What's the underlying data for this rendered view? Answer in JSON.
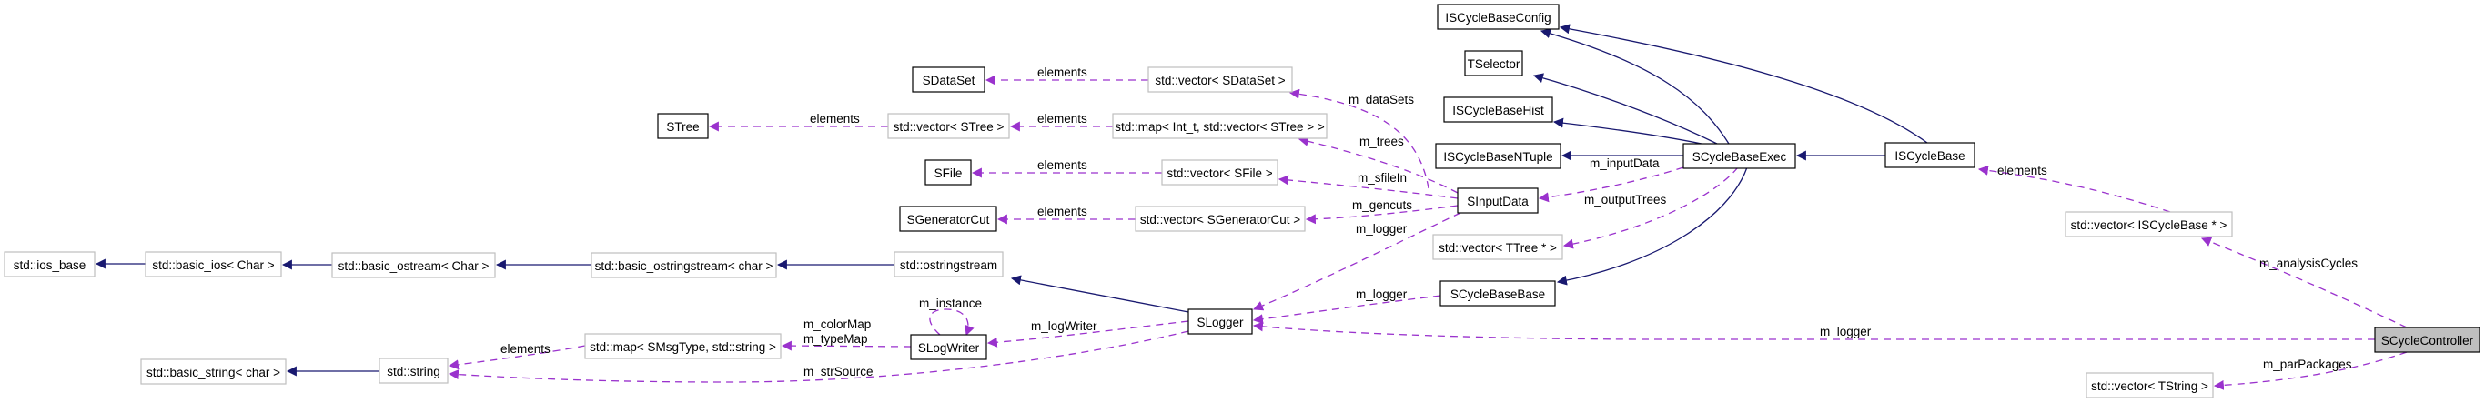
{
  "title": "SCycleController collaboration graph",
  "colors": {
    "inheritance_edge": "#191970",
    "usage_edge": "#9a32cd",
    "external_node_border": "#bfbfbf",
    "project_node_border": "#000000",
    "focus_node_fill": "#bfbfbf"
  },
  "nodes": {
    "ios_base": "std::ios_base",
    "basic_ios": "std::basic_ios< Char >",
    "basic_ostream": "std::basic_ostream< Char >",
    "basic_ostringstream": "std::basic_ostringstream< char >",
    "ostringstream": "std::ostringstream",
    "basic_string": "std::basic_string< char >",
    "string": "std::string",
    "map_msgtype": "std::map< SMsgType, std::string >",
    "slogwriter": "SLogWriter",
    "slogger": "SLogger",
    "stree": "STree",
    "vector_stree": "std::vector< STree >",
    "map_int_stree": "std::map< Int_t, std::vector< STree > >",
    "sdataset": "SDataSet",
    "vector_sdataset": "std::vector< SDataSet >",
    "sfile": "SFile",
    "vector_sfile": "std::vector< SFile >",
    "sgeneratorcut": "SGeneratorCut",
    "vector_sgeneratorcut": "std::vector< SGeneratorCut >",
    "sinputdata": "SInputData",
    "vector_ttree": "std::vector< TTree * >",
    "scyclebasebase": "SCycleBaseBase",
    "iscyclebaseconfig": "ISCycleBaseConfig",
    "tselector": "TSelector",
    "iscyclebasehist": "ISCycleBaseHist",
    "iscyclebasentuple": "ISCycleBaseNTuple",
    "scyclebaseexec": "SCycleBaseExec",
    "iscyclebase": "ISCycleBase",
    "vector_iscyclebase": "std::vector< ISCycleBase * >",
    "vector_tstring": "std::vector< TString >",
    "scyclecontroller": "SCycleController"
  },
  "edge_labels": {
    "elements_dataset": "elements",
    "elements_stree_outer": "elements",
    "elements_stree_inner": "elements",
    "elements_sfile": "elements",
    "elements_gencut": "elements",
    "elements_string": "elements",
    "elements_iscyclebase": "elements",
    "m_dataSets": "m_dataSets",
    "m_trees": "m_trees",
    "m_sfileIn": "m_sfileIn",
    "m_gencuts": "m_gencuts",
    "m_logger_inputdata": "m_logger",
    "m_logger_cyclebase": "m_logger",
    "m_logger_controller": "m_logger",
    "m_inputData": "m_inputData",
    "m_outputTrees": "m_outputTrees",
    "m_instance": "m_instance",
    "m_colorMap": "m_colorMap",
    "m_typeMap": "m_typeMap",
    "m_logWriter": "m_logWriter",
    "m_strSource": "m_strSource",
    "m_analysisCycles": "m_analysisCycles",
    "m_parPackages": "m_parPackages"
  }
}
